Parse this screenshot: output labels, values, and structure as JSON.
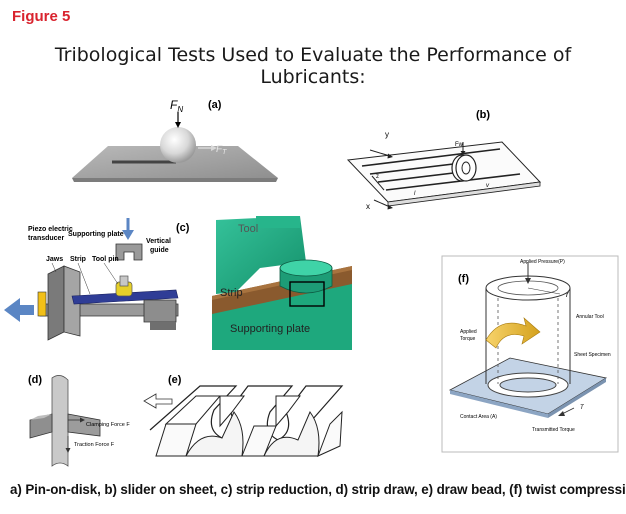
{
  "figure_label": "Figure 5",
  "title": "Tribological Tests Used to Evaluate the Performance of Lubricants:",
  "caption": "a) Pin-on-disk, b) slider on sheet, c) strip reduction, d) strip draw, e) draw bead, (f) twist compression.",
  "panels": {
    "a": {
      "letter": "(a)",
      "normal_force": "F",
      "normal_force_sub": "N",
      "tangential_force": "F",
      "tangential_force_sub": "T"
    },
    "b": {
      "letter": "(b)",
      "axis_y": "y",
      "axis_x": "x",
      "axis_z": "z",
      "force": "Fw",
      "length": "l",
      "velocity": "v"
    },
    "c": {
      "letter": "(c)",
      "piezo": "Piezo electric",
      "transducer": "transducer",
      "supporting_plate": "Supporting plate",
      "vertical": "Vertical",
      "guide": "guide",
      "jaws": "Jaws",
      "strip": "Strip",
      "tool_pin": "Tool pin"
    },
    "c2": {
      "tool": "Tool",
      "strip": "Strip",
      "supporting_plate": "Supporting plate"
    },
    "d": {
      "letter": "(d)",
      "clamping_force": "Clamping Force F",
      "traction_force": "Traction Force F"
    },
    "e": {
      "letter": "(e)"
    },
    "f": {
      "letter": "(f)",
      "applied_pressure": "Applied Pressure(P)",
      "r": "r",
      "annular_tool": "Annular Tool",
      "applied": "Applied",
      "torque": "Torque",
      "sheet_specimen": "Sheet Specimen",
      "contact_area": "Contact Area (A)",
      "transmitted_torque": "Transmitted Torque",
      "t": "T"
    }
  }
}
